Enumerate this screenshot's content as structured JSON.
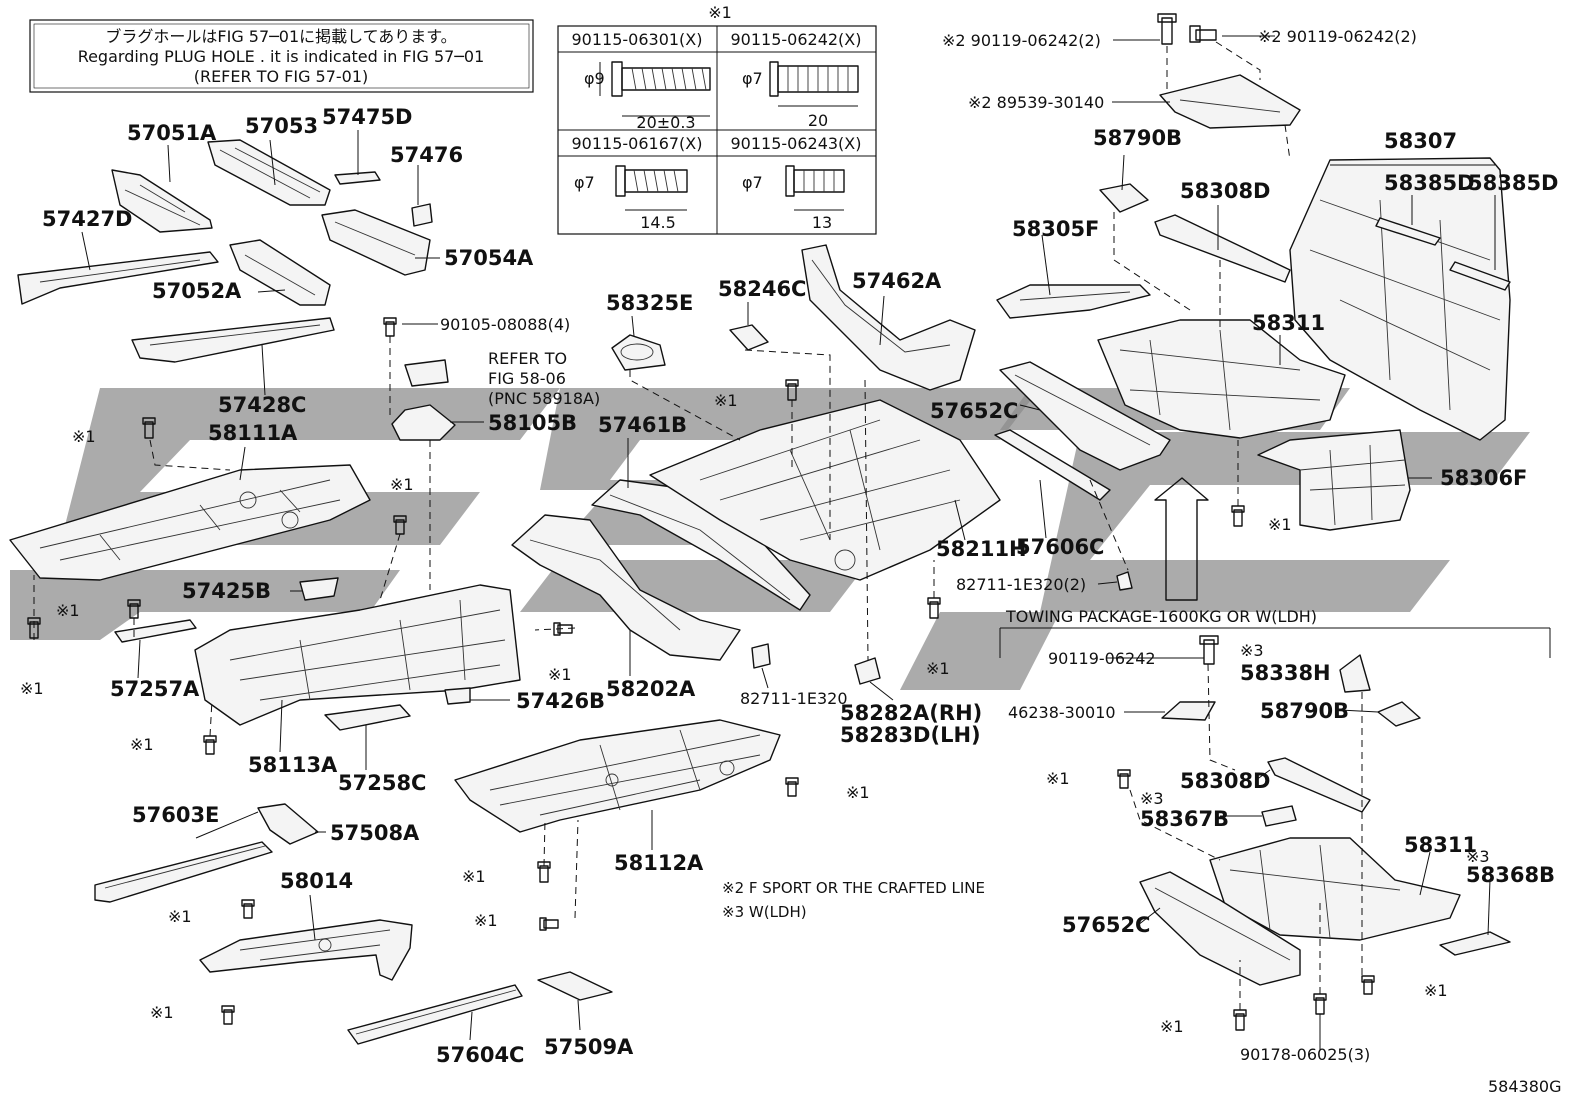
{
  "notes": {
    "plug_hole_jp": "ブラグホールはFIG 57─01に掲載してあります。",
    "plug_hole_en": "Regarding  PLUG HOLE . it is indicated in FIG 57─01",
    "plug_hole_ref": "(REFER TO FIG 57-01)",
    "mark1": "※1",
    "f_sport": "※2 F SPORT  OR  THE CRAFTED LINE",
    "w_ldh": "※3 W(LDH)",
    "towing": "TOWING PACKAGE-1600KG OR W(LDH)",
    "refer_fig_1": "REFER TO",
    "refer_fig_2": "FIG 58-06",
    "refer_fig_3": "(PNC 58918A)",
    "figure_id": "584380G"
  },
  "fastener_table": [
    {
      "part": "90115-06301(X)",
      "dia": "φ9",
      "len": "20±0.3"
    },
    {
      "part": "90115-06242(X)",
      "dia": "φ7",
      "len": "20"
    },
    {
      "part": "90115-06167(X)",
      "dia": "φ7",
      "len": "14.5"
    },
    {
      "part": "90115-06243(X)",
      "dia": "φ7",
      "len": "13"
    }
  ],
  "labels": {
    "l57051A": "57051A",
    "l57053": "57053",
    "l57475D": "57475D",
    "l57476": "57476",
    "l57427D": "57427D",
    "l57054A": "57054A",
    "l57052A": "57052A",
    "l57428C": "57428C",
    "l90105": "90105-08088(4)",
    "l58105B": "58105B",
    "l58111A": "58111A",
    "l58325E": "58325E",
    "l58246C": "58246C",
    "l57462A": "57462A",
    "l57461B": "57461B",
    "l57425B": "57425B",
    "l57257A": "57257A",
    "l58113A": "58113A",
    "l57258C": "57258C",
    "l57426B": "57426B",
    "l58202A": "58202A",
    "l82711a": "82711-1E320",
    "l58282A": "58282A(RH)",
    "l58283D": "58283D(LH)",
    "l58211H": "58211H",
    "l57606C": "57606C",
    "l82711b": "82711-1E320(2)",
    "l57652C": "57652C",
    "l58790B": "58790B",
    "l58308D": "58308D",
    "l58305F": "58305F",
    "l58311": "58311",
    "l58307": "58307",
    "l58385D1": "58385D",
    "l58385D2": "58385D",
    "l58306F": "58306F",
    "l90119a": "※2 90119-06242(2)",
    "l90119b": "※2 90119-06242(2)",
    "l89539": "※2 89539-30140",
    "l57603E": "57603E",
    "l57508A": "57508A",
    "l58112A": "58112A",
    "l58014": "58014",
    "l57604C": "57604C",
    "l57509A": "57509A",
    "l90119c": "90119-06242",
    "l58338H": "58338H",
    "l46238": "46238-30010",
    "l58790B2": "58790B",
    "l58308D2": "58308D",
    "l58367B": "58367B",
    "l58311b": "58311",
    "l58368B": "58368B",
    "l57652C2": "57652C",
    "l90178": "90178-06025(3)",
    "l3a": "※3",
    "l3b": "※3",
    "l3c": "※3"
  },
  "watermark": {
    "color": "#8a8a8a"
  }
}
